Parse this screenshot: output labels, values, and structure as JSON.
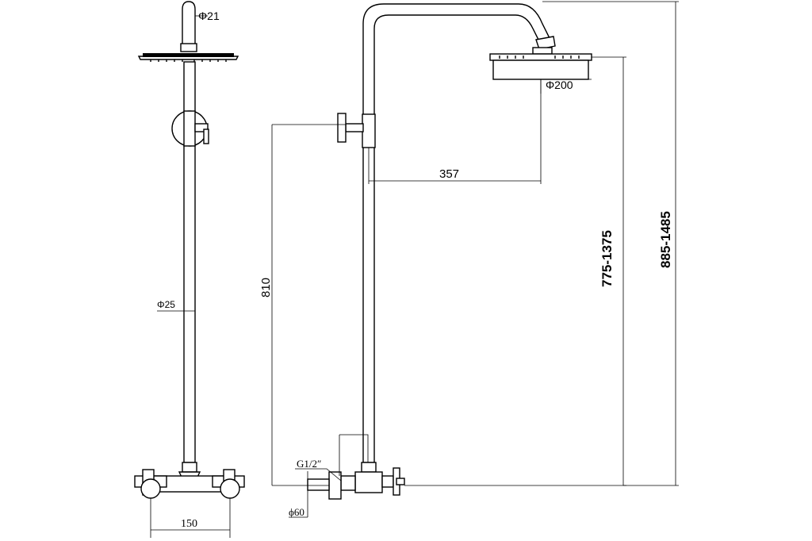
{
  "labels": {
    "phi21": "Φ21",
    "phi25": "Φ25",
    "dim150": "150",
    "phi200": "Φ200",
    "dim357": "357",
    "dim810": "810",
    "g12": "G1/2″",
    "phi60": "ϕ60",
    "range_head": "775-1375",
    "range_total": "885-1485"
  }
}
